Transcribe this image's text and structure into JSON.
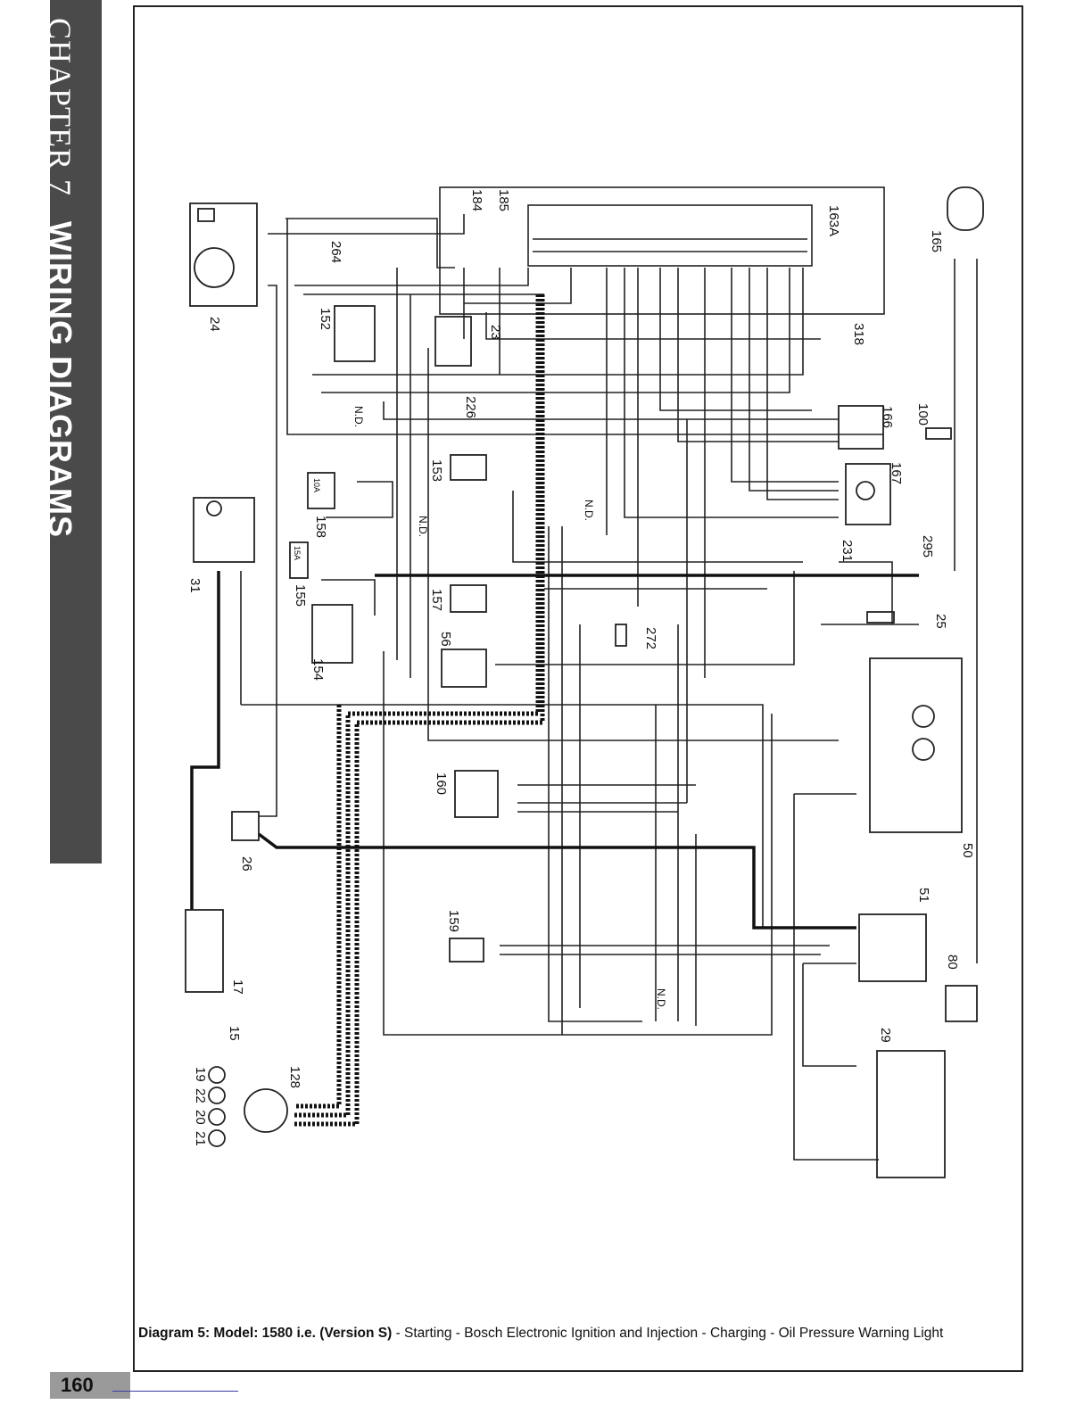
{
  "chapter": {
    "label": "CHAPTER 7",
    "title": "WIRING DIAGRAMS"
  },
  "page_number": "160",
  "caption": {
    "bold": "Diagram 5: Model: 1580 i.e. (Version S)",
    "rest": " - Starting - Bosch Electronic Ignition and Injection - Charging - Oil Pressure Warning Light"
  },
  "components": [
    {
      "id": "c24",
      "label": "24"
    },
    {
      "id": "c264",
      "label": "264"
    },
    {
      "id": "c184",
      "label": "184"
    },
    {
      "id": "c185",
      "label": "185"
    },
    {
      "id": "c163a",
      "label": "163A"
    },
    {
      "id": "c165",
      "label": "165"
    },
    {
      "id": "c152",
      "label": "152"
    },
    {
      "id": "c23",
      "label": "23"
    },
    {
      "id": "c318",
      "label": "318"
    },
    {
      "id": "c226",
      "label": "226"
    },
    {
      "id": "c166",
      "label": "166"
    },
    {
      "id": "c100",
      "label": "100"
    },
    {
      "id": "c153",
      "label": "153"
    },
    {
      "id": "c167",
      "label": "167"
    },
    {
      "id": "c158",
      "label": "158"
    },
    {
      "id": "c31",
      "label": "31"
    },
    {
      "id": "c155",
      "label": "155"
    },
    {
      "id": "c157",
      "label": "157"
    },
    {
      "id": "c231",
      "label": "231"
    },
    {
      "id": "c295",
      "label": "295"
    },
    {
      "id": "c25",
      "label": "25"
    },
    {
      "id": "c154",
      "label": "154"
    },
    {
      "id": "c56",
      "label": "56"
    },
    {
      "id": "c272",
      "label": "272"
    },
    {
      "id": "c160",
      "label": "160"
    },
    {
      "id": "c26",
      "label": "26"
    },
    {
      "id": "c50",
      "label": "50"
    },
    {
      "id": "c17",
      "label": "17"
    },
    {
      "id": "c159",
      "label": "159"
    },
    {
      "id": "c51",
      "label": "51"
    },
    {
      "id": "c15",
      "label": "15"
    },
    {
      "id": "c80",
      "label": "80"
    },
    {
      "id": "c19",
      "label": "19"
    },
    {
      "id": "c22",
      "label": "22"
    },
    {
      "id": "c20",
      "label": "20"
    },
    {
      "id": "c21",
      "label": "21"
    },
    {
      "id": "c128",
      "label": "128"
    },
    {
      "id": "c29",
      "label": "29"
    }
  ],
  "notes": {
    "nd1": "N.D.",
    "nd2": "N.D.",
    "nd3": "N.D.",
    "nd4": "N.D."
  },
  "fuses": {
    "f158": "10A",
    "f155": "15A"
  }
}
